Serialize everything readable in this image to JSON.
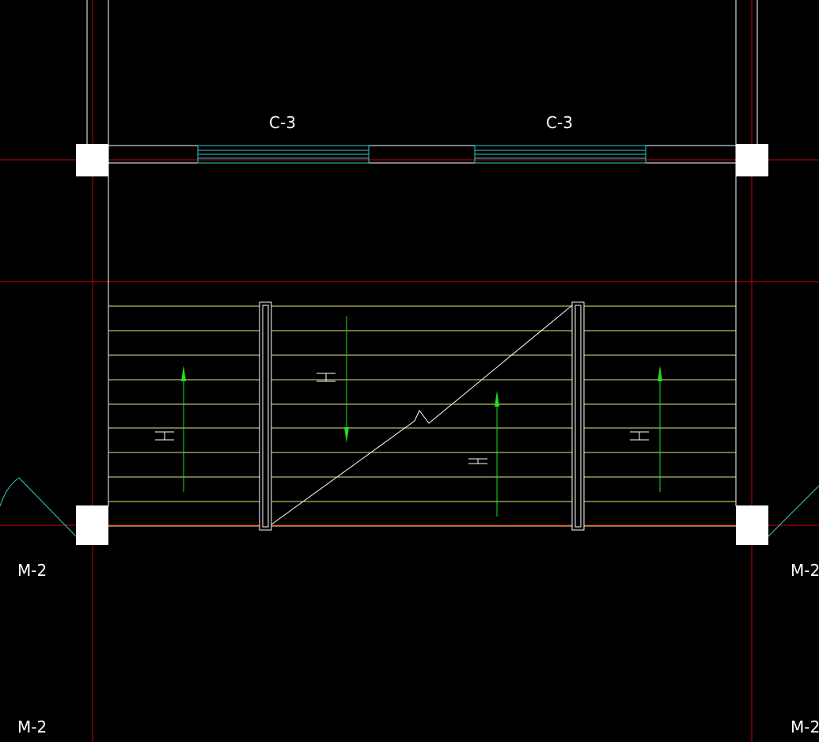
{
  "canvas": {
    "background": "#000000"
  },
  "colors": {
    "axis": "#cc0000",
    "wall": "#ffffff",
    "column": "#ffffff",
    "window": "#33cccc",
    "tread": "#e6e680",
    "arrow": "#22dd22",
    "door_arc": "#33cccc",
    "break_line": "#ffffff"
  },
  "labels": {
    "window_left": "C-3",
    "window_right": "C-3",
    "door_left_1": "M-2",
    "door_right_1": "M-2",
    "door_left_2": "M-2",
    "door_right_2": "M-2"
  },
  "stair": {
    "tread_count": 10,
    "flights": [
      {
        "direction": "up"
      },
      {
        "direction": "down"
      },
      {
        "direction": "up"
      },
      {
        "direction": "up"
      }
    ]
  }
}
